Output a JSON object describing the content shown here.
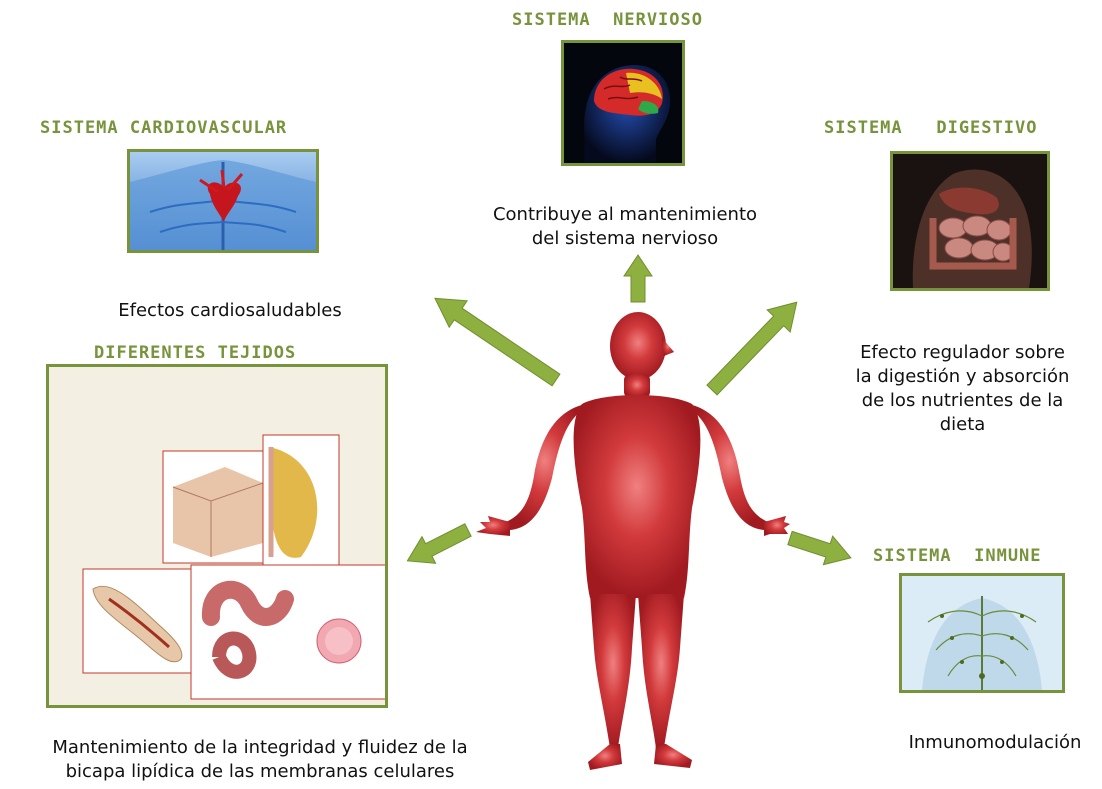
{
  "nervioso": {
    "title": "SISTEMA  NERVIOSO",
    "desc_line1": "Contribuye al mantenimiento",
    "desc_line2": "del sistema nervioso"
  },
  "cardio": {
    "title": "SISTEMA CARDIOVASCULAR",
    "desc": "Efectos cardiosaludables"
  },
  "digestivo": {
    "title": "SISTEMA   DIGESTIVO",
    "desc_line1": "Efecto regulador sobre",
    "desc_line2": "la digestión y absorción",
    "desc_line3": "de los nutrientes de la",
    "desc_line4": "dieta"
  },
  "tejidos": {
    "title": "DIFERENTES TEJIDOS",
    "desc_line1": "Mantenimiento de la integridad y fluidez de la",
    "desc_line2": "bicapa lipídica de las  membranas celulares"
  },
  "inmune": {
    "title": "SISTEMA  INMUNE",
    "desc": "Inmunomodulación"
  },
  "colors": {
    "accent_green": "#77933c",
    "arrow_green": "#8db040",
    "body_red": "#c0262c"
  }
}
